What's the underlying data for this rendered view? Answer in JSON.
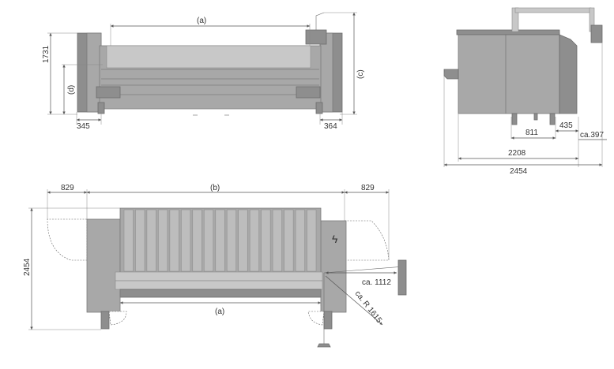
{
  "front_view": {
    "dim_a": "(a)",
    "dim_d": "(d)",
    "dim_c": "(c)",
    "height_1731": "1731",
    "foot_left_345": "345",
    "foot_right_364": "364"
  },
  "side_view": {
    "dim_811": "811",
    "dim_435": "435",
    "dim_ca397": "ca.397",
    "dim_2208": "2208",
    "dim_2454": "2454"
  },
  "top_view": {
    "clearance_left_829": "829",
    "dim_b": "(b)",
    "clearance_right_829": "829",
    "depth_2454": "2454",
    "dim_a": "(a)",
    "ca_1112": "ca. 1112",
    "ca_radius_1615": "ca. R 1615",
    "warning_symbol": "ϟ"
  },
  "colors": {
    "machine_fill": "#a8a8a8",
    "machine_dark": "#8e8e8e",
    "dimension_line": "#555555"
  }
}
